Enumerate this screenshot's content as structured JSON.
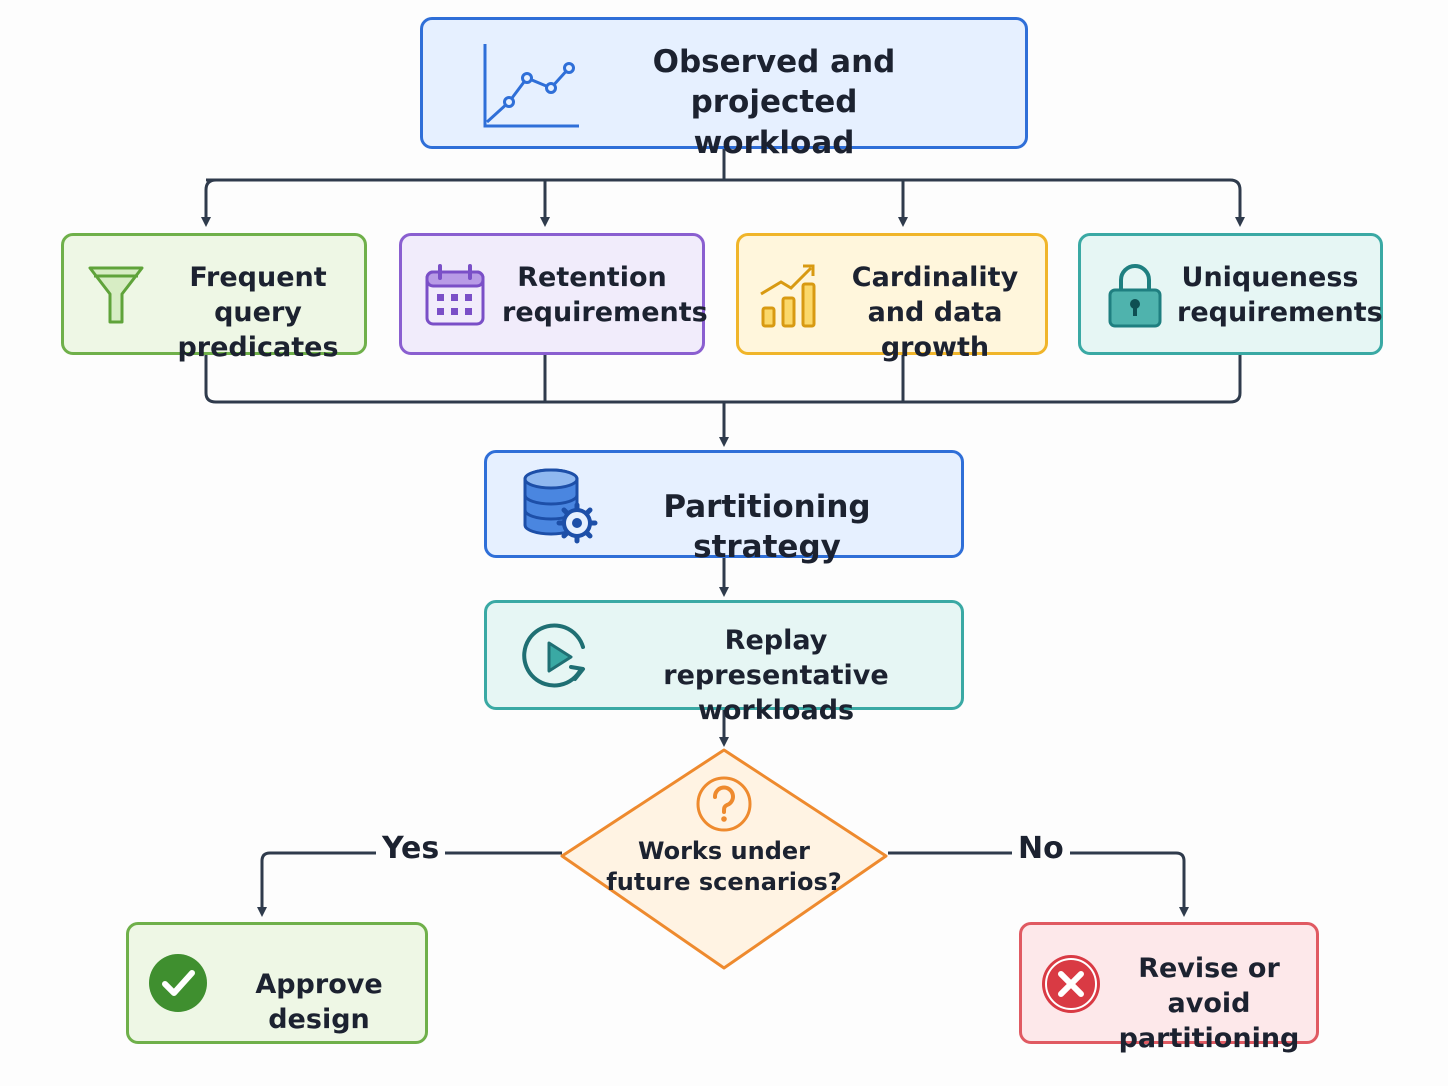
{
  "nodes": {
    "workload": "Observed and projected workload",
    "predicates": "Frequent query predicates",
    "retention": "Retention requirements",
    "cardinality": "Cardinality and data growth",
    "uniqueness": "Uniqueness requirements",
    "strategy": "Partitioning strategy",
    "replay": "Replay representative workloads",
    "decision": "Works under future scenarios?",
    "approve": "Approve design",
    "revise": "Revise or avoid partitioning"
  },
  "edges": {
    "yes": "Yes",
    "no": "No"
  },
  "colors": {
    "blue_border": "#2f6fd8",
    "blue_fill": "#e6f0ff",
    "green_border": "#6fb04a",
    "green_fill": "#eef7e5",
    "purple_border": "#8a5fd0",
    "purple_fill": "#f1ecfb",
    "yellow_border": "#f0b52a",
    "yellow_fill": "#fff6dc",
    "teal_border": "#3aa9a4",
    "teal_fill": "#e6f6f4",
    "orange_border": "#ee8a2e",
    "orange_fill": "#fff3e3",
    "red_border": "#e05a62",
    "red_fill": "#fde8ea",
    "connector": "#2f3b4c"
  },
  "icons": {
    "workload": "line-chart-icon",
    "predicates": "funnel-icon",
    "retention": "calendar-icon",
    "cardinality": "bar-growth-icon",
    "uniqueness": "padlock-icon",
    "strategy": "database-gear-icon",
    "replay": "replay-icon",
    "decision": "question-icon",
    "approve": "check-circle-icon",
    "revise": "x-circle-icon"
  }
}
